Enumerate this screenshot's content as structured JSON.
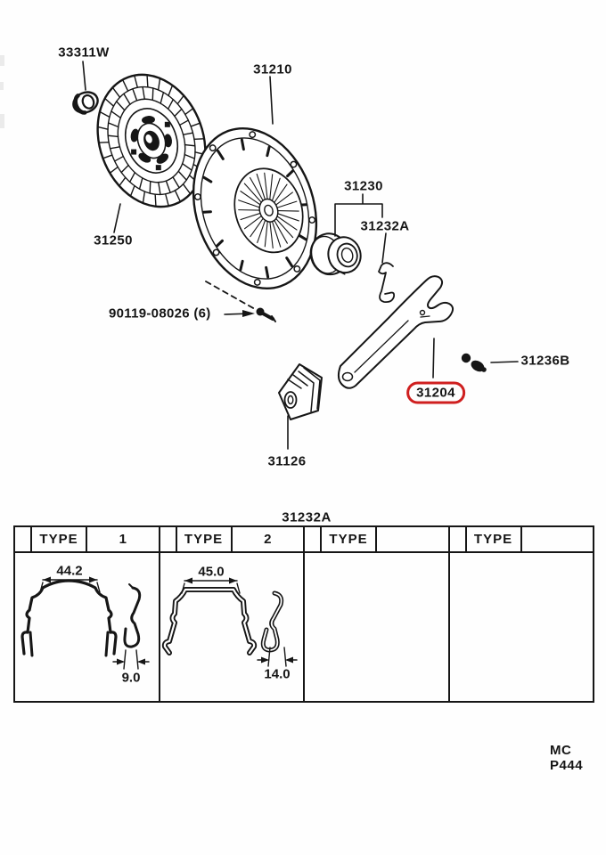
{
  "colors": {
    "ink": "#161616",
    "highlight": "#cf1f1f",
    "paper": "#fefefe"
  },
  "parts": {
    "bushing": {
      "part_no": "33311W"
    },
    "clutch_cover": {
      "part_no": "31210"
    },
    "clutch_disc": {
      "part_no": "31250"
    },
    "release_bearing": {
      "part_no": "31230"
    },
    "bearing_clip": {
      "part_no": "31232A"
    },
    "cover_bolt": {
      "part_no": "90119-08026 (6)"
    },
    "grease_fitting": {
      "part_no": "31236B"
    },
    "release_fork": {
      "part_no": "31204",
      "highlighted": true
    },
    "boot": {
      "part_no": "31126"
    }
  },
  "variant_table": {
    "title": "31232A",
    "columns": [
      {
        "type_label": "TYPE",
        "type_value": "1",
        "dim_width": "44.2",
        "dim_gap": "9.0"
      },
      {
        "type_label": "TYPE",
        "type_value": "2",
        "dim_width": "45.0",
        "dim_gap": "14.0"
      },
      {
        "type_label": "TYPE",
        "type_value": "",
        "dim_width": "",
        "dim_gap": ""
      },
      {
        "type_label": "TYPE",
        "type_value": "",
        "dim_width": "",
        "dim_gap": ""
      }
    ]
  },
  "footer": {
    "code": "MC P444"
  }
}
